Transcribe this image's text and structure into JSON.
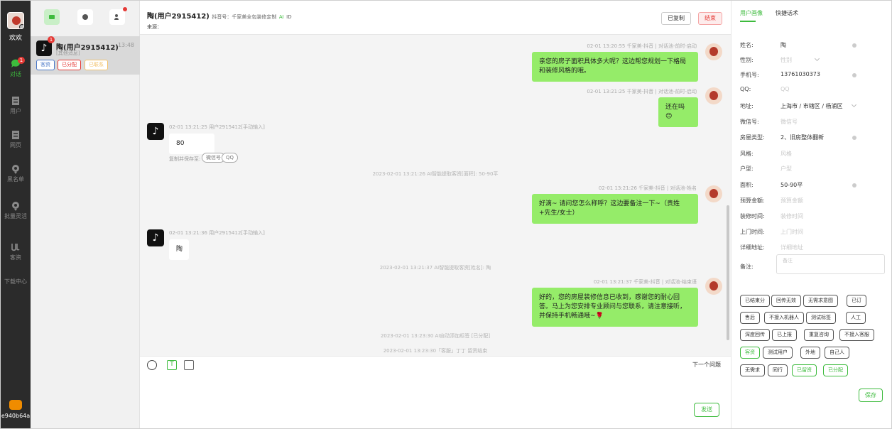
{
  "nav": {
    "user_name": "欢欢",
    "items": [
      {
        "label": "对话",
        "badge": "1",
        "icon": "chat-bubble-icon",
        "active": true
      },
      {
        "label": "用户",
        "icon": "user-card-icon"
      },
      {
        "label": "网页",
        "icon": "web-page-icon"
      },
      {
        "label": "黑名单",
        "icon": "blacklist-icon"
      },
      {
        "label": "批量灵活",
        "icon": "batch-icon"
      },
      {
        "label": "客资",
        "icon": "lead-icon"
      },
      {
        "label": "下载中心",
        "icon": "download-icon"
      }
    ],
    "device_id": "e940b64a"
  },
  "session": {
    "name": "陶(用户2915412)",
    "time": "13:48",
    "sub": "[其他消息]",
    "badge": "1",
    "tags": [
      "客资",
      "已分配",
      "已联系"
    ]
  },
  "chat_header": {
    "title": "陶(用户2915412)",
    "douyin": "抖音号：千家美全包装修定制",
    "ai": "AI",
    "id": "ID",
    "source": "来源：",
    "copied_label": "已复制",
    "end_label": "结束"
  },
  "messages": {
    "m1_meta": "02-01 13:20:55 千家美-抖音 | 对话池-前时-启动",
    "m1": "亲您的房子面积具体多大呢？这边帮您规划一下格局和装修风格的哦。",
    "m2_meta": "02-01 13:21:25 千家美-抖音 | 对话池-前时-启动",
    "m2": "还在吗😊",
    "m3_meta": "02-01 13:21:25 用户2915412[手动输入]",
    "m3": "80",
    "save_label": "复制并保存至:",
    "save_tags": [
      "微信号",
      "QQ"
    ],
    "sys1": "2023-02-01 13:21:26 AI智能提取客资[面积]: 50-90平",
    "m4_meta": "02-01 13:21:26 千家美-抖音 | 对话池-姓名",
    "m4": "好滴~ 请问您怎么称呼？这边要备注一下~（贵姓+先生/女士）",
    "m5_meta": "02-01 13:21:36 用户2915412[手动输入]",
    "m5": "陶",
    "sys2": "2023-02-01 13:21:37 AI智能提取客资[姓名]: 陶",
    "m6_meta": "02-01 13:21:37 千家美-抖音 | 对话池-结束语",
    "m6": "好的，您的房屋装修信息已收到，感谢您的耐心回答。马上为您安排专业顾问与您联系，请注意接听，并保持手机畅通哦~🌹",
    "sys3": "2023-02-01 13:23:30 AI自动添加标签 [已分配]",
    "sys4": "2023-02-01 13:23:30「客服」丁丁 留资结束"
  },
  "composer": {
    "next_question": "下一个问题",
    "send_label": "发送"
  },
  "panel": {
    "tabs": [
      "用户画像",
      "快捷话术"
    ],
    "fields": [
      {
        "label": "姓名:",
        "value": "陶",
        "placeholder": false
      },
      {
        "label": "性别:",
        "value": "性别",
        "placeholder": true
      },
      {
        "label": "手机号:",
        "value": "13761030373",
        "placeholder": false
      },
      {
        "label": "QQ:",
        "value": "QQ",
        "placeholder": true
      },
      {
        "label": "地址:",
        "value": "上海市 / 市辖区 / 杨浦区",
        "placeholder": false
      },
      {
        "label": "微信号:",
        "value": "微信号",
        "placeholder": true
      },
      {
        "label": "房屋类型:",
        "value": "2、旧房整体翻新",
        "placeholder": false
      },
      {
        "label": "风格:",
        "value": "风格",
        "placeholder": true
      },
      {
        "label": "户型:",
        "value": "户型",
        "placeholder": true
      },
      {
        "label": "面积:",
        "value": "50-90平",
        "placeholder": false
      },
      {
        "label": "预算金额:",
        "value": "预算金额",
        "placeholder": true
      },
      {
        "label": "装修时间:",
        "value": "装修时间",
        "placeholder": true
      },
      {
        "label": "上门时间:",
        "value": "上门时间",
        "placeholder": true
      },
      {
        "label": "详细地址:",
        "value": "详细地址",
        "placeholder": true
      }
    ],
    "notes_label": "备注:",
    "notes_placeholder": "备注",
    "quick_tags": [
      [
        "已结束分",
        "回传无效",
        "无需求意图",
        "已订"
      ],
      [
        "售后",
        "不接入机器人",
        "测试标签",
        "人工"
      ],
      [
        "深度回传",
        "已上报",
        "重复咨询",
        "不接入客服"
      ],
      [
        "客资",
        "测试用户",
        "外地",
        "自己人"
      ],
      [
        "无需求",
        "同行",
        "已留资",
        "已分配"
      ]
    ],
    "save_label": "保存"
  },
  "colors": {
    "accent": "#3dbb3d",
    "bubble_out": "#95ec69",
    "danger": "#e53935",
    "nav_bg": "#2b2b2b"
  }
}
